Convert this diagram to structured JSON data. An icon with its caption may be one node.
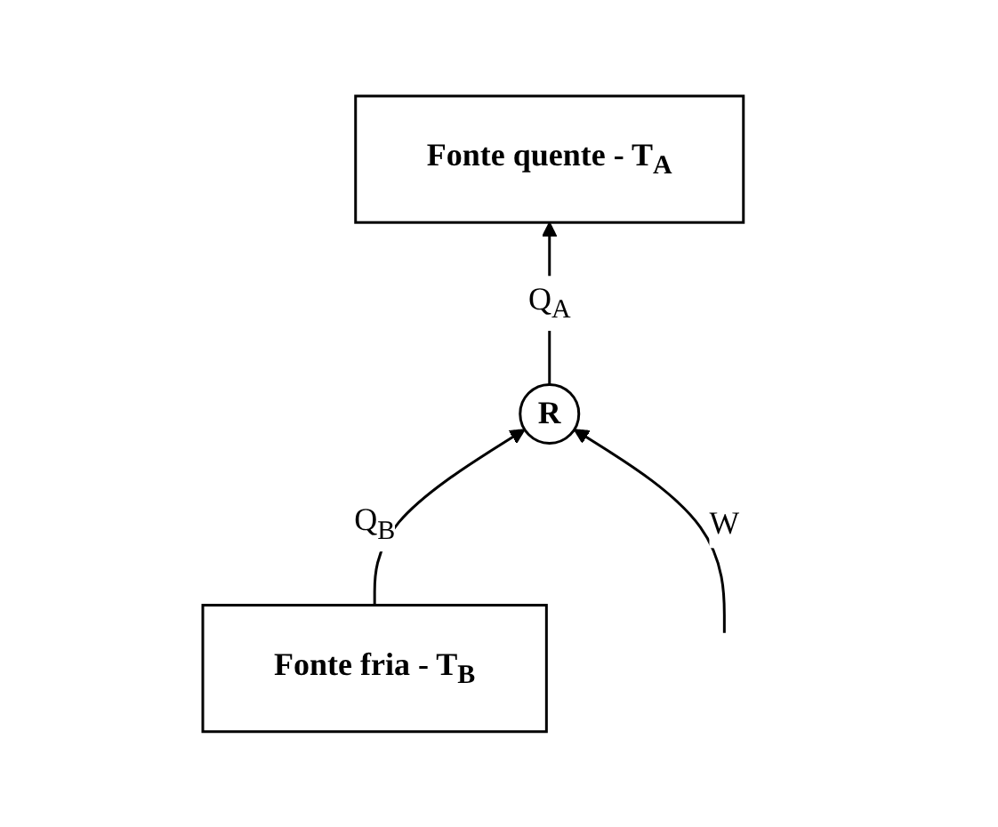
{
  "diagram": {
    "nodes": [
      {
        "text": [
          "Fonte quente   -  T$_{A}$"
        ]
      },
      {
        "text": [
          "R"
        ]
      },
      {
        "text": [
          "Fonte fria    -  T$_{B}$"
        ]
      }
    ],
    "edges": [
      {
        "from": 1,
        "to": 0,
        "arrow": "to",
        "label": "Q$_{A}$"
      },
      {
        "from": 2,
        "to": 1,
        "arrow": "to",
        "label": "Q$_{B}$"
      },
      {
        "from": null,
        "to": 1,
        "arrow": "to",
        "label": "W"
      }
    ]
  }
}
